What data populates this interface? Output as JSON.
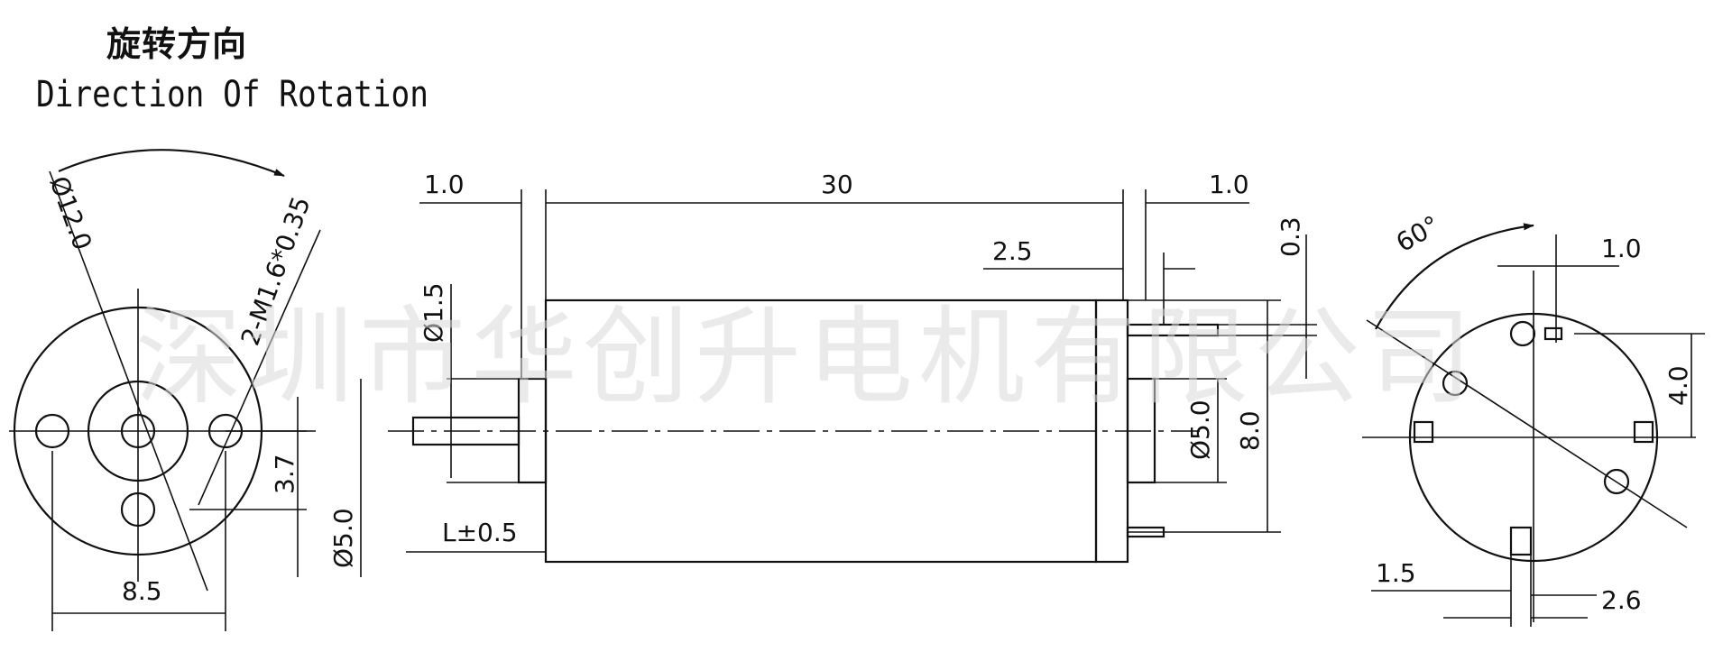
{
  "titles": {
    "chinese": "旋转方向",
    "english": "Direction Of Rotation"
  },
  "watermark": "深圳市华创升电机有限公司",
  "dimensions": {
    "left_diameter": "Ø12.0",
    "thread": "2-M1.6*0.35",
    "hole_offset": "3.7",
    "hole_span": "8.5",
    "overall_length": "30",
    "front_gap": "1.0",
    "rear_gap": "1.0",
    "terminal_offset": "2.5",
    "shaft_diameter": "Ø1.5",
    "boss_diameter": "Ø5.0",
    "shaft_length": "L±0.5",
    "rear_boss_diameter": "Ø5.0",
    "rear_height": "8.0",
    "terminal_thickness": "0.3",
    "right_angle": "60°",
    "right_small": "1.0",
    "right_offset": "4.0",
    "right_bottom_left": "1.5",
    "right_bottom_right": "2.6"
  }
}
